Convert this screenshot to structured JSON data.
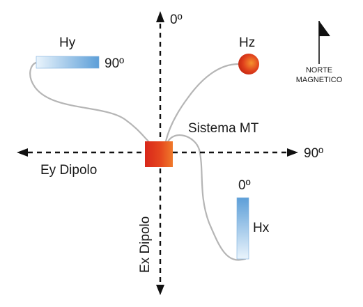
{
  "axes": {
    "north_label": "0º",
    "east_label": "90º",
    "horizontal_label": "Ey Dipolo",
    "vertical_label": "Ex Dipolo"
  },
  "sensors": {
    "hy": {
      "label": "Hy",
      "angle": "90º"
    },
    "hz": {
      "label": "Hz"
    },
    "hx": {
      "label": "Hx",
      "angle": "0º"
    }
  },
  "center_unit": {
    "label": "Sistema MT"
  },
  "north_indicator": {
    "line1": "NORTE",
    "line2": "MAGNETICO"
  },
  "colors": {
    "magnetometer_fill": "#8fc0e8",
    "box_red": "#e0321a",
    "ball_red": "#d82a14",
    "axis": "#111111",
    "cable": "#b5b5b5"
  }
}
